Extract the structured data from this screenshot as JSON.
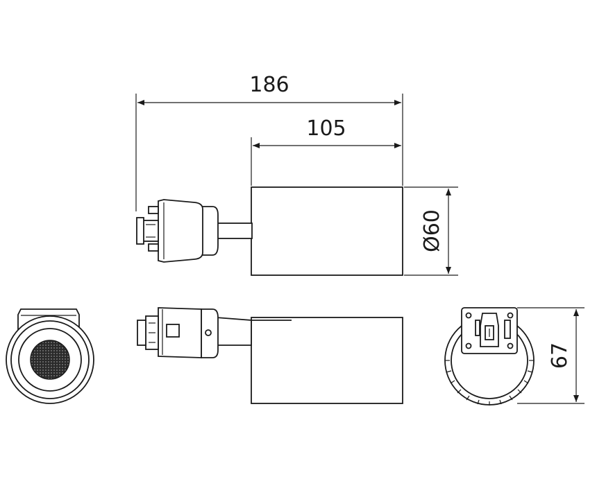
{
  "dimensions": {
    "overall_length": "186",
    "body_length": "105",
    "diameter": "Ø60",
    "height": "67"
  },
  "colors": {
    "line": "#1a1a1a",
    "background": "#ffffff"
  }
}
